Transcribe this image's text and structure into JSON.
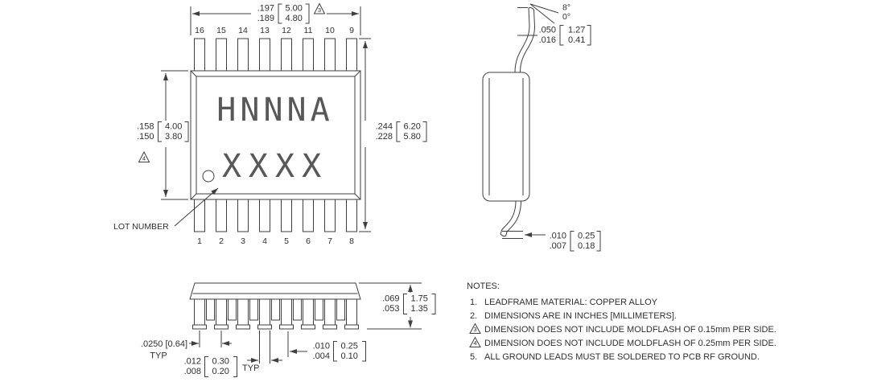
{
  "top_view": {
    "marking_line1": "HNNNA",
    "marking_line2": "XXXX",
    "lot_number_label": "LOT NUMBER",
    "pins_top": [
      "16",
      "15",
      "14",
      "13",
      "12",
      "11",
      "10",
      "9"
    ],
    "pins_bottom": [
      "1",
      "2",
      "3",
      "4",
      "5",
      "6",
      "7",
      "8"
    ],
    "dim_length": {
      "in_max": ".197",
      "in_min": ".189",
      "mm_max": "5.00",
      "mm_min": "4.80",
      "flag": "3"
    },
    "dim_width": {
      "in_max": ".158",
      "in_min": ".150",
      "mm_max": "4.00",
      "mm_min": "3.80",
      "flag": "4"
    },
    "dim_span": {
      "in_max": ".244",
      "in_min": ".228",
      "mm_max": "6.20",
      "mm_min": "5.80"
    }
  },
  "side_view": {
    "angle_max": "8°",
    "angle_min": "0°",
    "dim_foot_length": {
      "in_max": ".050",
      "in_min": ".016",
      "mm_max": "1.27",
      "mm_min": "0.41"
    },
    "dim_lead_thickness": {
      "in_max": ".010",
      "in_min": ".007",
      "mm_max": "0.25",
      "mm_min": "0.18"
    }
  },
  "front_view": {
    "dim_pitch": ".0250 [0.64]",
    "pitch_typ": "TYP",
    "dim_lead_width": {
      "in_max": ".012",
      "in_min": ".008",
      "mm_max": "0.30",
      "mm_min": "0.20"
    },
    "lead_width_typ": "TYP",
    "dim_standoff": {
      "in_max": ".010",
      "in_min": ".004",
      "mm_max": "0.25",
      "mm_min": "0.10"
    },
    "dim_height": {
      "in_max": ".069",
      "in_min": ".053",
      "mm_max": "1.75",
      "mm_min": "1.35"
    }
  },
  "notes": {
    "title": "NOTES:",
    "items": [
      {
        "num": "1.",
        "flagged": false,
        "text": "LEADFRAME MATERIAL: COPPER ALLOY"
      },
      {
        "num": "2.",
        "flagged": false,
        "text": "DIMENSIONS ARE IN INCHES [MILLIMETERS]."
      },
      {
        "num": "3",
        "flagged": true,
        "text": "DIMENSION DOES NOT INCLUDE MOLDFLASH OF 0.15mm PER SIDE."
      },
      {
        "num": "4",
        "flagged": true,
        "text": "DIMENSION DOES NOT INCLUDE MOLDFLASH OF 0.25mm PER SIDE."
      },
      {
        "num": "5.",
        "flagged": false,
        "text": "ALL GROUND LEADS MUST BE SOLDERED TO PCB RF GROUND."
      }
    ]
  }
}
